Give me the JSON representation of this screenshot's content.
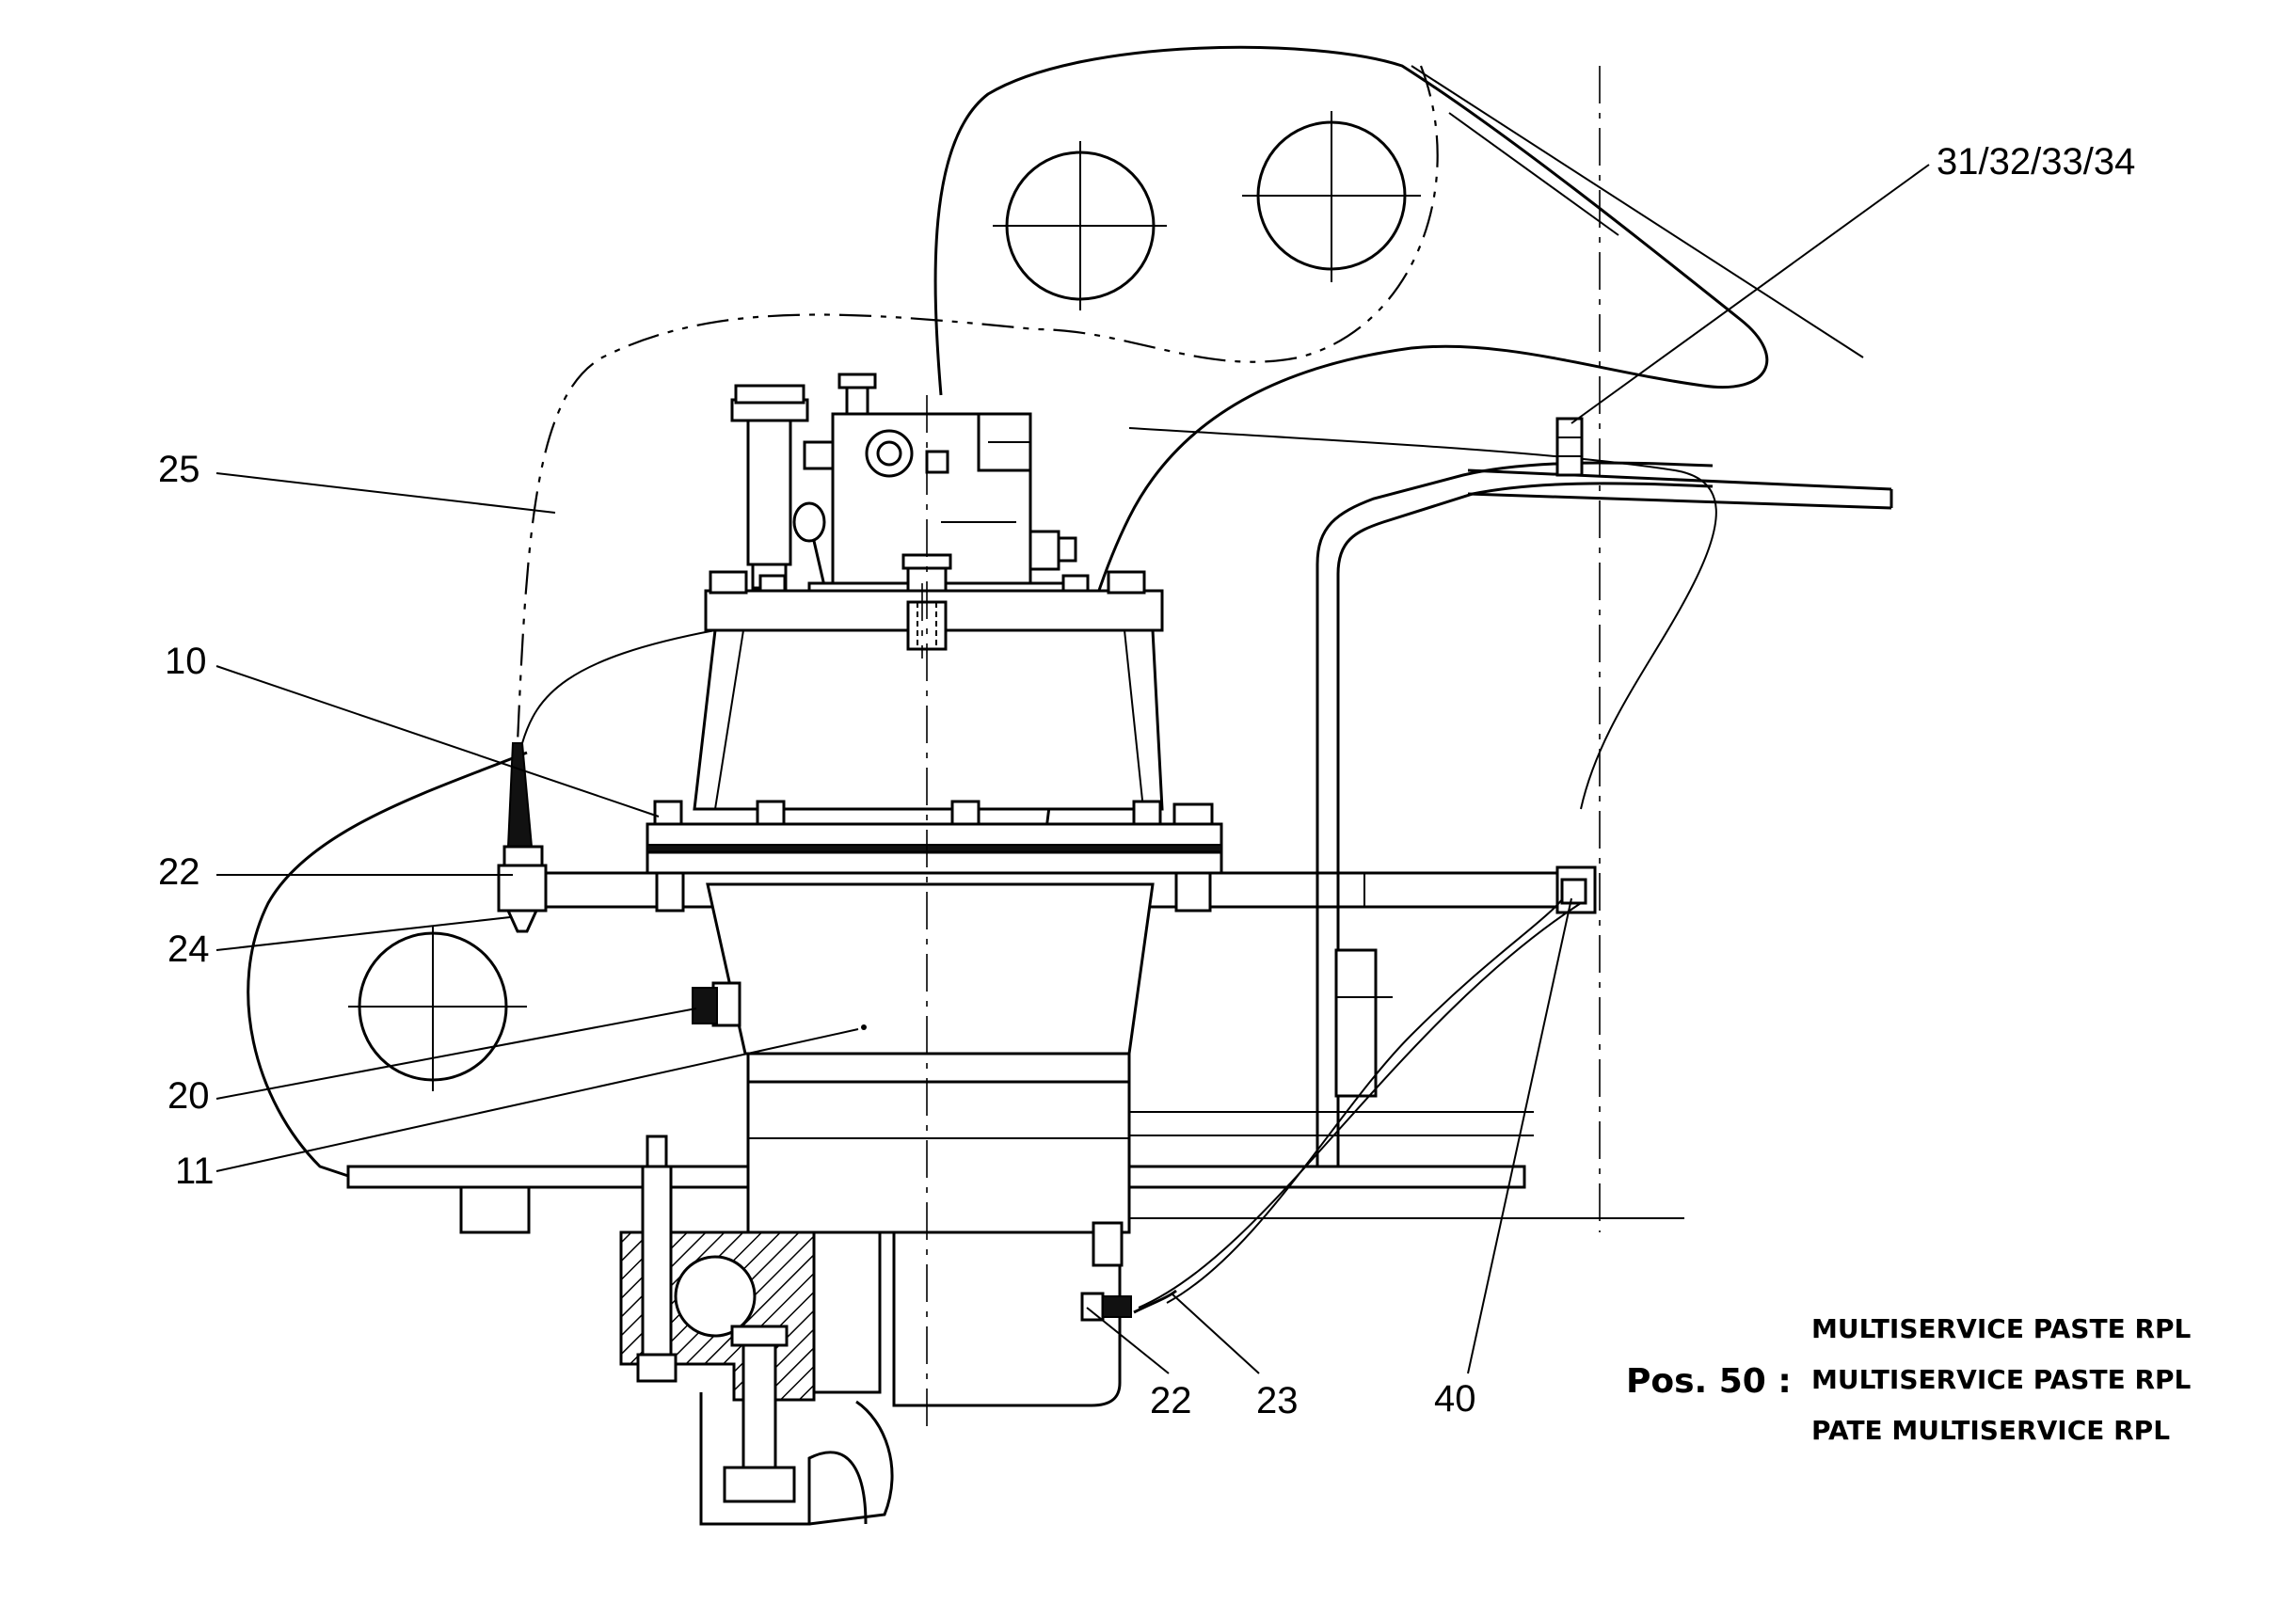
{
  "callouts": {
    "c25": "25",
    "c10": "10",
    "c22a": "22",
    "c24": "24",
    "c20": "20",
    "c11": "11",
    "c3134": "31/32/33/34",
    "c22b": "22",
    "c23": "23",
    "c40": "40"
  },
  "note": {
    "label": "Pos. 50 :",
    "line1": "MULTISERVICE PASTE RPL",
    "line2": "MULTISERVICE PASTE RPL",
    "line3": "PATE MULTISERVICE RPL"
  }
}
